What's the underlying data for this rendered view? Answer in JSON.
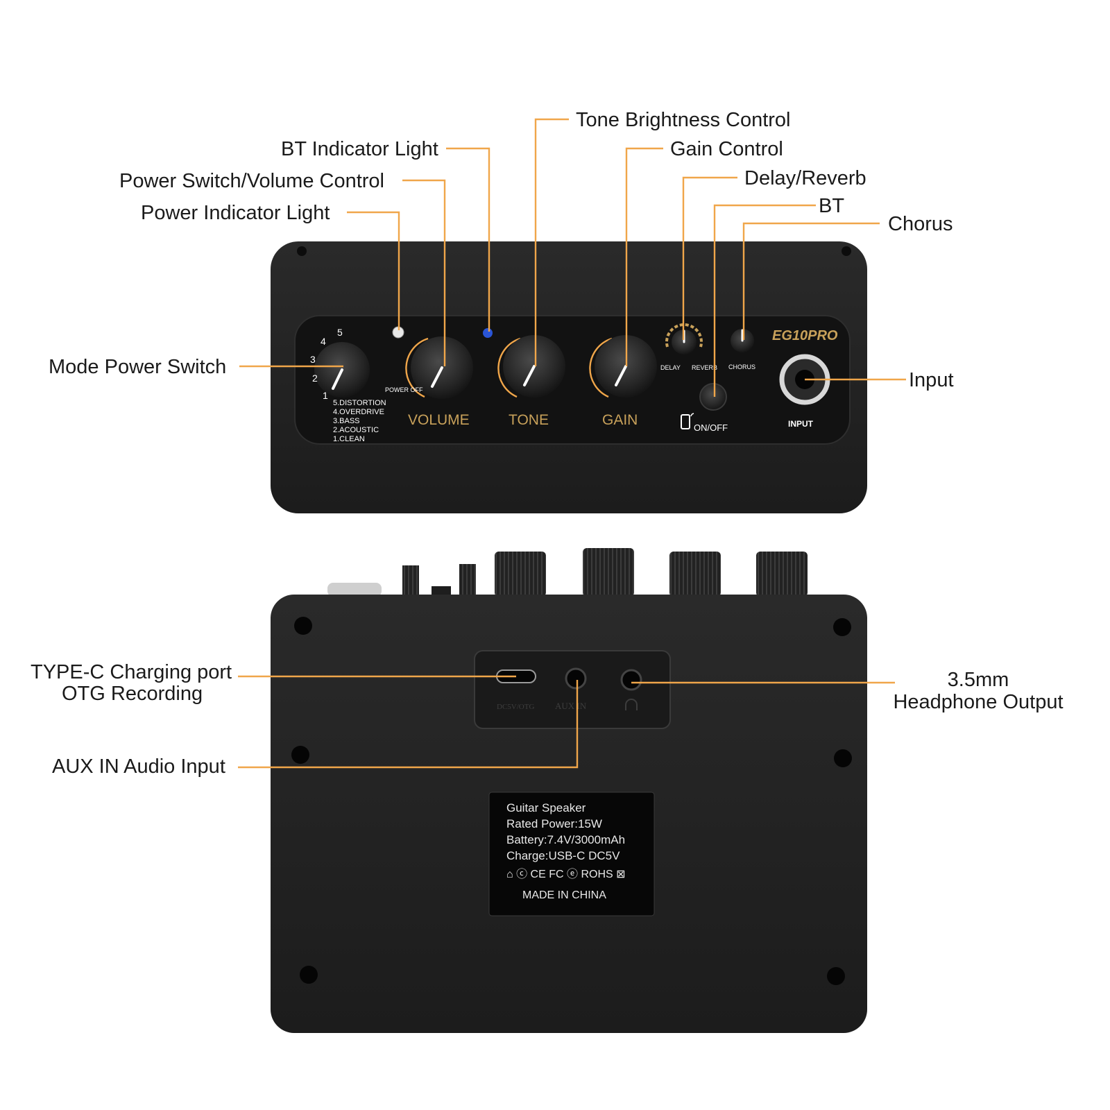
{
  "callouts": {
    "tone_brightness": "Tone Brightness Control",
    "bt_indicator": "BT Indicator Light",
    "gain_control": "Gain Control",
    "delay_reverb": "Delay/Reverb",
    "power_switch_volume": "Power Switch/Volume Control",
    "bt": "BT",
    "chorus": "Chorus",
    "power_indicator": "Power Indicator Light",
    "mode_power_switch": "Mode Power Switch",
    "input": "Input",
    "type_c_line1": "TYPE-C Charging port",
    "type_c_line2": "OTG Recording",
    "headphone_line1": "3.5mm",
    "headphone_line2": "Headphone Output",
    "aux_in": "AUX IN Audio Input"
  },
  "top_panel": {
    "brand": "EG10PRO",
    "mode_numbers": [
      "1",
      "2",
      "3",
      "4",
      "5"
    ],
    "modes": [
      "5.DISTORTION",
      "4.OVERDRIVE",
      "3.BASS",
      "2.ACOUSTIC",
      "1.CLEAN"
    ],
    "power_off_label": "POWER OFF",
    "volume_label": "VOLUME",
    "tone_label": "TONE",
    "gain_label": "GAIN",
    "delay_label": "DELAY",
    "reverb_label": "REVERB",
    "chorus_label": "CHORUS",
    "onoff_label": "ON/OFF",
    "input_label": "INPUT"
  },
  "bottom_panel": {
    "typec_port_label": "DC5V/OTG",
    "aux_port_label": "AUX IN",
    "label_plate": {
      "line1": "Guitar Speaker",
      "line2": "Rated Power:15W",
      "line3": "Battery:7.4V/3000mAh",
      "line4": "Charge:USB-C DC5V",
      "certs": "⌂ ⓒ CE FC ⓔ ROHS ⊠",
      "made_in": "MADE IN CHINA"
    }
  },
  "colors": {
    "leader": "#f0a64a",
    "body": "#1f1f1f",
    "panel": "#141414",
    "silkscreen_gold": "#c8a15a",
    "bt_led": "#2a55d6"
  }
}
